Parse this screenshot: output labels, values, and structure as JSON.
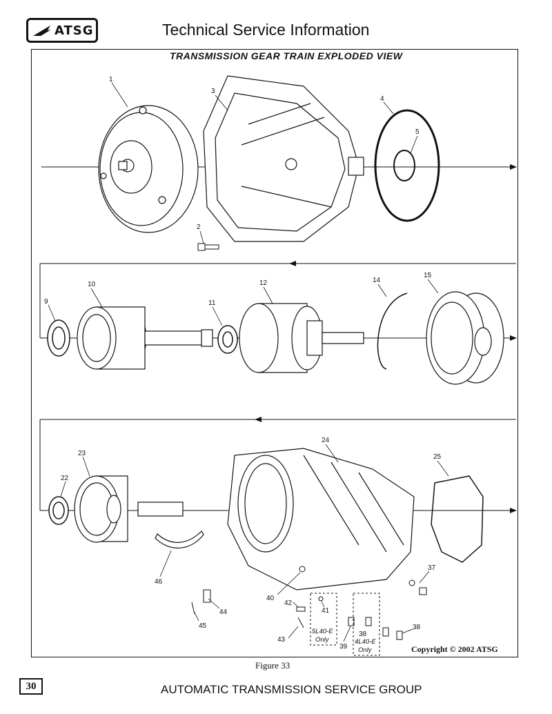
{
  "header": {
    "logo_text": "ATSG",
    "title": "Technical Service Information"
  },
  "diagram": {
    "title": "TRANSMISSION GEAR TRAIN EXPLODED VIEW",
    "callouts": [
      "1",
      "2",
      "3",
      "4",
      "5",
      "9",
      "10",
      "11",
      "12",
      "14",
      "15",
      "22",
      "23",
      "24",
      "25",
      "37",
      "38",
      "38",
      "39",
      "40",
      "41",
      "42",
      "43",
      "44",
      "45",
      "46"
    ],
    "notes": {
      "note_5l40_line1": "5L40-E",
      "note_5l40_line2": "Only",
      "note_4l40_line1": "4L40-E",
      "note_4l40_line2": "Only"
    },
    "copyright": "Copyright © 2002 ATSG",
    "figure_caption": "Figure 33"
  },
  "footer": {
    "page_number": "30",
    "org_name": "AUTOMATIC TRANSMISSION SERVICE GROUP"
  }
}
